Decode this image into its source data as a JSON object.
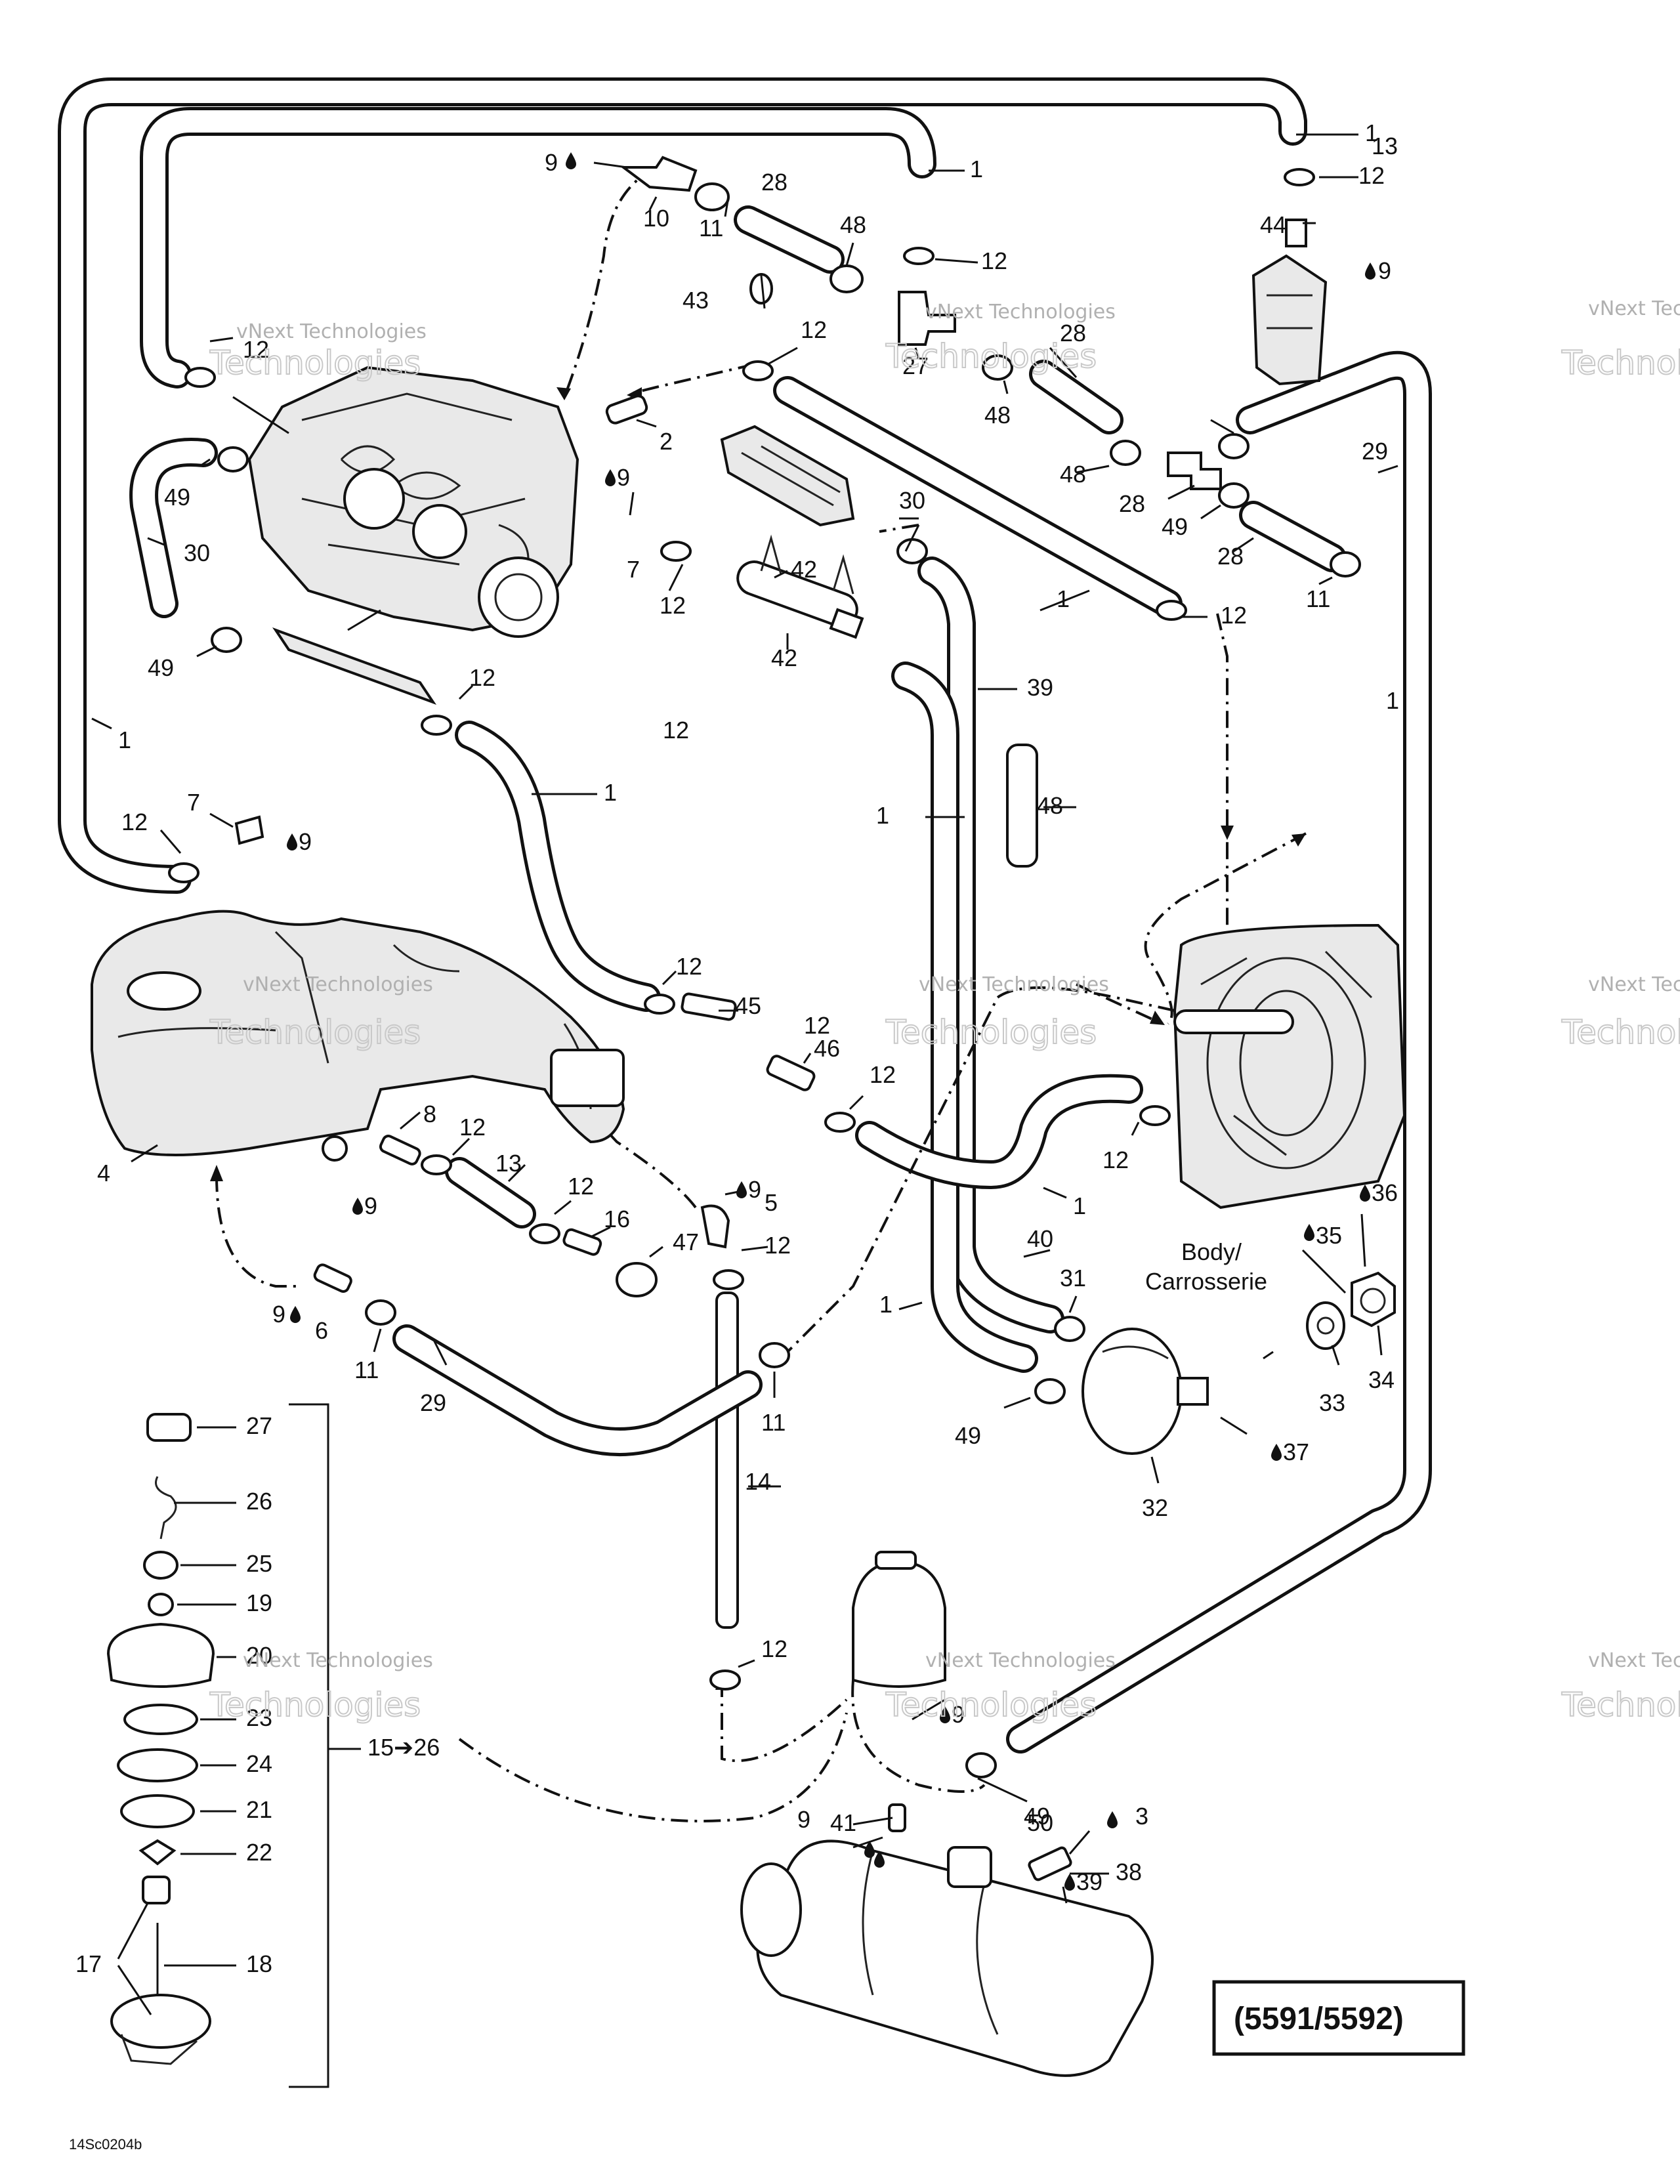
{
  "diagram": {
    "reference_box": "(5591/5592)",
    "figure_code": "14Sc0204b",
    "watermark_line1": "vNext Technologies",
    "watermark_line2": "Technologies",
    "body_label_line1": "Body/",
    "body_label_line2": "Carrosserie",
    "kit_range": "15➔26",
    "callouts": [
      "1",
      "1",
      "1",
      "1",
      "1",
      "1",
      "1",
      "1",
      "1",
      "2",
      "3",
      "4",
      "5",
      "6",
      "7",
      "7",
      "8",
      "9",
      "9",
      "9",
      "9",
      "9",
      "9",
      "9",
      "9",
      "9",
      "10",
      "11",
      "11",
      "11",
      "11",
      "12",
      "12",
      "12",
      "12",
      "12",
      "12",
      "12",
      "12",
      "12",
      "12",
      "12",
      "12",
      "12",
      "12",
      "12",
      "12",
      "12",
      "13",
      "13",
      "14",
      "16",
      "17",
      "18",
      "19",
      "20",
      "21",
      "22",
      "23",
      "24",
      "25",
      "26",
      "27",
      "27",
      "28",
      "28",
      "28",
      "28",
      "29",
      "29",
      "30",
      "30",
      "31",
      "32",
      "33",
      "34",
      "35",
      "36",
      "37",
      "38",
      "39",
      "39",
      "40",
      "41",
      "42",
      "42",
      "43",
      "44",
      "45",
      "46",
      "47",
      "48",
      "48",
      "48",
      "48",
      "49",
      "49",
      "49",
      "49",
      "49",
      "50"
    ]
  },
  "colors": {
    "ink": "#111111",
    "paper": "#ffffff",
    "watermark": "#b0b0b0"
  }
}
